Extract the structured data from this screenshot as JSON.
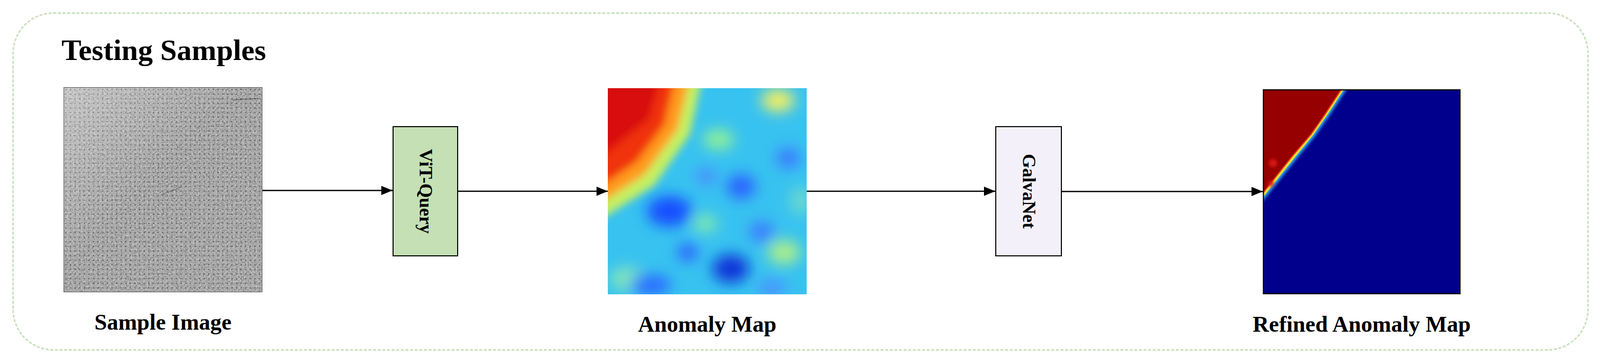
{
  "diagram": {
    "nodes": [
      {
        "text": [
          "Testing Samples"
        ]
      },
      {
        "text": [
          "Sample Image"
        ],
        "in": 0
      },
      {
        "text": [
          "ViT-Query"
        ],
        "in": 0
      },
      {
        "text": [
          "Anomaly Map"
        ],
        "in": 0
      },
      {
        "text": [
          "GalvaNet"
        ],
        "in": 0
      },
      {
        "text": [
          "Refined Anomaly Map"
        ],
        "in": 0
      }
    ],
    "edges": [
      {
        "from": 1,
        "to": 2,
        "arrow": "to"
      },
      {
        "from": 2,
        "to": 3,
        "arrow": "to"
      },
      {
        "from": 3,
        "to": 4,
        "arrow": "to"
      },
      {
        "from": 4,
        "to": 5,
        "arrow": "to"
      }
    ]
  }
}
